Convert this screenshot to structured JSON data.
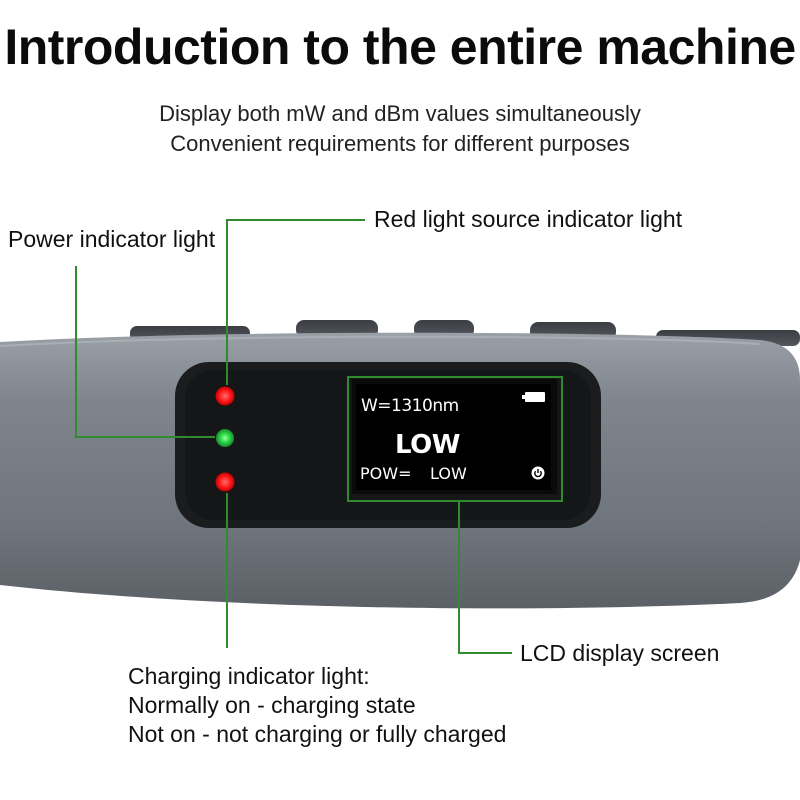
{
  "heading": {
    "title": "Introduction to the entire machine",
    "subtitle_line1": "Display both mW and dBm values simultaneously",
    "subtitle_line2": "Convenient requirements for different purposes"
  },
  "callouts": {
    "power_indicator": "Power indicator light",
    "red_light_indicator": "Red light source indicator light",
    "lcd_display": "LCD display screen",
    "charging_line1": "Charging indicator light:",
    "charging_line2": "Normally on - charging state",
    "charging_line3": "Not on - not charging or fully charged"
  },
  "lcd": {
    "wavelength": "W=1310nm",
    "main_value": "LOW",
    "power_label": "POW=",
    "power_value": "LOW"
  },
  "colors": {
    "callout_line": "#2e8b2e",
    "indicator_red": "#ff1a1a",
    "indicator_green": "#2bd94a",
    "device_body": "#7a8088",
    "panel": "#1b1c1e"
  }
}
